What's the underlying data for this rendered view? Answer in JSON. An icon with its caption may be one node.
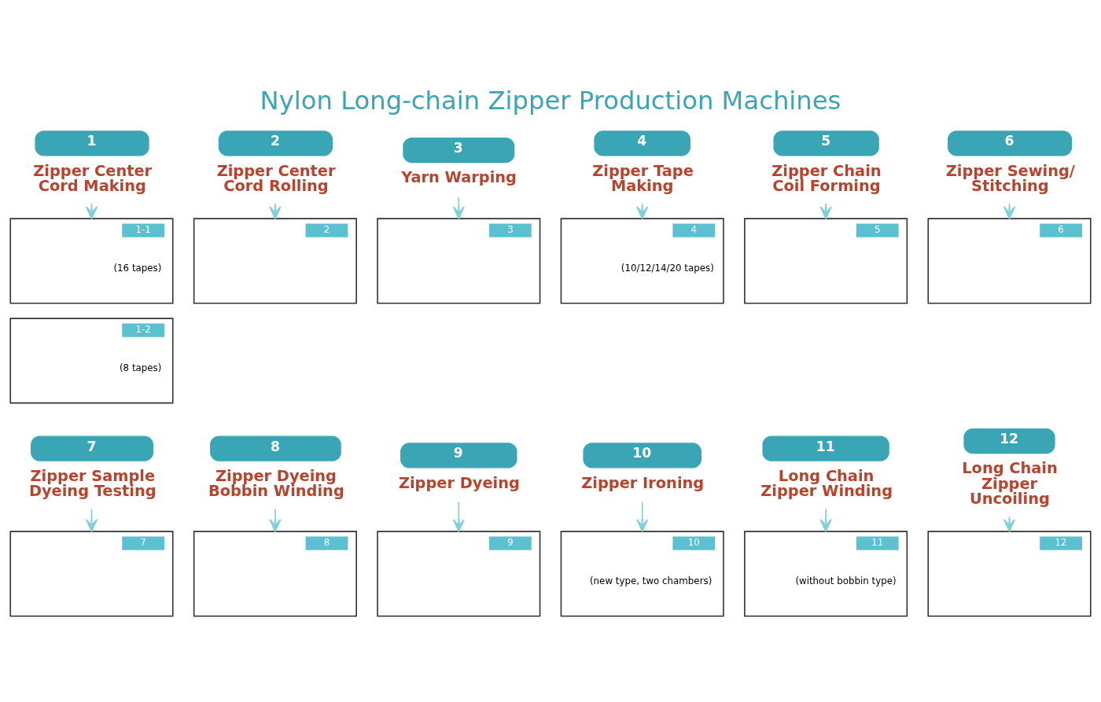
{
  "diagram": {
    "title": "Nylon Long-chain Zipper Production Machines",
    "nodes": [
      {
        "text": [
          "1",
          "Zipper Center Cord Making"
        ]
      },
      {
        "text": [
          "1-1",
          "(16 tapes)"
        ]
      },
      {
        "text": [
          "1-2",
          "(8 tapes)"
        ]
      },
      {
        "text": [
          "2",
          "Zipper Center Cord Rolling"
        ]
      },
      {
        "text": [
          "2"
        ]
      },
      {
        "text": [
          "3",
          "Yarn Warping"
        ]
      },
      {
        "text": [
          "3"
        ]
      },
      {
        "text": [
          "4",
          "Zipper Tape Making"
        ]
      },
      {
        "text": [
          "4",
          "(10/12/14/20 tapes)"
        ]
      },
      {
        "text": [
          "5",
          "Zipper Chain Coil Forming"
        ]
      },
      {
        "text": [
          "5"
        ]
      },
      {
        "text": [
          "6",
          "Zipper Sewing/ Stitching"
        ]
      },
      {
        "text": [
          "6"
        ]
      },
      {
        "text": [
          "7",
          "Zipper Sample Dyeing Testing"
        ]
      },
      {
        "text": [
          "7"
        ]
      },
      {
        "text": [
          "8",
          "Zipper Dyeing Bobbin Winding"
        ]
      },
      {
        "text": [
          "8"
        ]
      },
      {
        "text": [
          "9",
          "Zipper Dyeing"
        ]
      },
      {
        "text": [
          "9"
        ]
      },
      {
        "text": [
          "10",
          "Zipper Ironing"
        ]
      },
      {
        "text": [
          "10",
          "(new type, two chambers)"
        ]
      },
      {
        "text": [
          "11",
          "Long Chain Zipper Winding"
        ]
      },
      {
        "text": [
          "11",
          "(without bobbin type)"
        ]
      },
      {
        "text": [
          "12",
          "Long Chain Zipper Uncoiling"
        ]
      },
      {
        "text": [
          "12"
        ]
      }
    ],
    "edges": [
      {
        "from": 0,
        "to": 1,
        "arrow": "to"
      },
      {
        "from": 3,
        "to": 4,
        "arrow": "to"
      },
      {
        "from": 5,
        "to": 6,
        "arrow": "to"
      },
      {
        "from": 7,
        "to": 8,
        "arrow": "to"
      },
      {
        "from": 9,
        "to": 10,
        "arrow": "to"
      },
      {
        "from": 11,
        "to": 12,
        "arrow": "to"
      },
      {
        "from": 13,
        "to": 14,
        "arrow": "to"
      },
      {
        "from": 15,
        "to": 16,
        "arrow": "to"
      },
      {
        "from": 17,
        "to": 18,
        "arrow": "to"
      },
      {
        "from": 19,
        "to": 20,
        "arrow": "to"
      },
      {
        "from": 21,
        "to": 22,
        "arrow": "to"
      },
      {
        "from": 23,
        "to": 24,
        "arrow": "to"
      }
    ]
  }
}
